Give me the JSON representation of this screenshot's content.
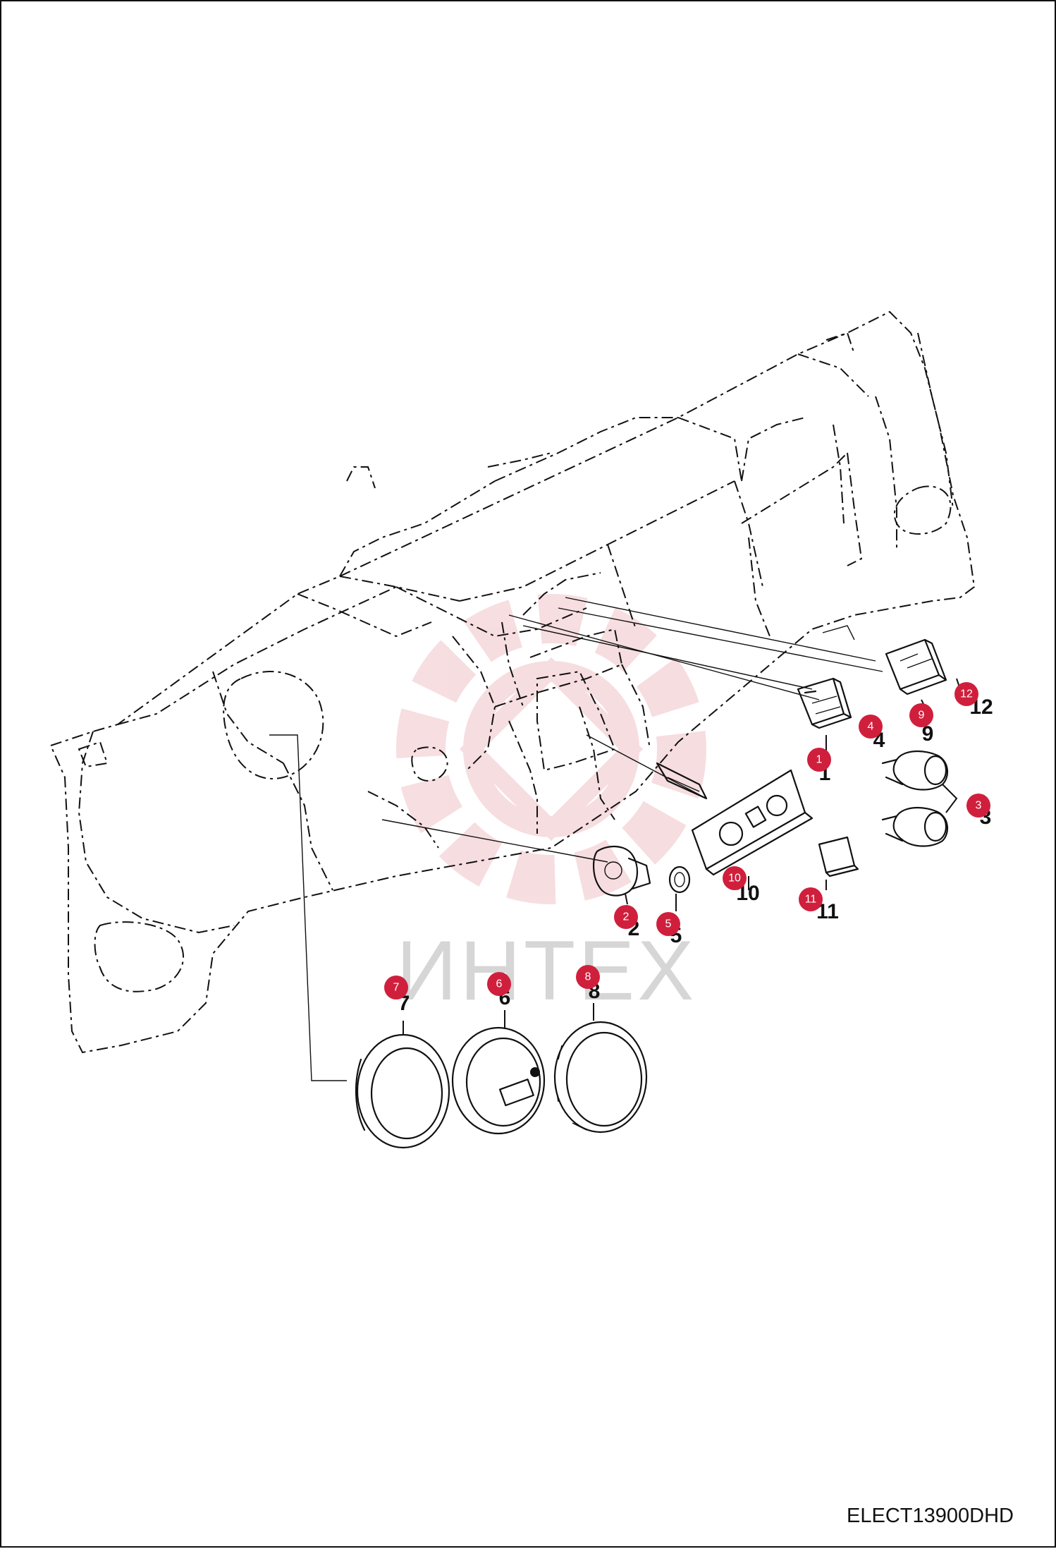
{
  "watermark": {
    "text": "ИНТЕХ",
    "color": "#e8a0a8"
  },
  "drawing_code": "ELECT13900DHD",
  "callout_color": "#d01f3c",
  "callouts": [
    {
      "id": "1",
      "label": "1"
    },
    {
      "id": "2",
      "label": "2"
    },
    {
      "id": "3",
      "label": "3"
    },
    {
      "id": "4",
      "label": "4"
    },
    {
      "id": "5",
      "label": "5"
    },
    {
      "id": "6",
      "label": "6"
    },
    {
      "id": "7",
      "label": "7"
    },
    {
      "id": "8",
      "label": "8"
    },
    {
      "id": "9",
      "label": "9"
    },
    {
      "id": "10",
      "label": "10"
    },
    {
      "id": "11",
      "label": "11"
    },
    {
      "id": "12",
      "label": "12"
    }
  ],
  "part_numbers": [
    "1",
    "2",
    "3",
    "4",
    "5",
    "6",
    "7",
    "8",
    "9",
    "10",
    "11",
    "12"
  ]
}
